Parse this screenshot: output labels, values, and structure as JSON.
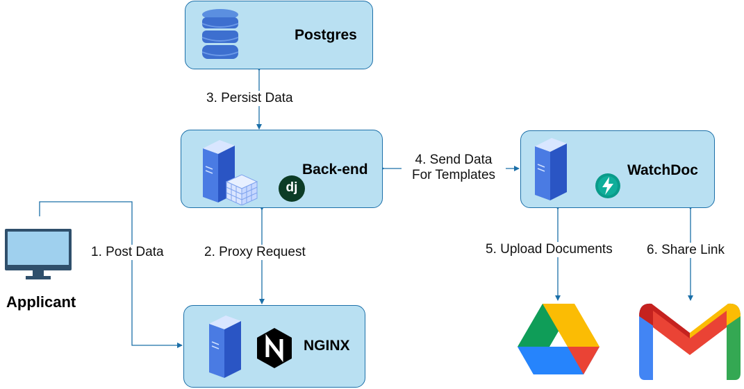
{
  "nodes": {
    "postgres": {
      "title": "Postgres",
      "icon": "database-icon"
    },
    "backend": {
      "title": "Back-end",
      "icon": "server-icon",
      "badge": "dj",
      "badge_icon": "django-icon"
    },
    "watchdoc": {
      "title": "WatchDoc",
      "icon": "server-icon",
      "badge_icon": "fastapi-icon"
    },
    "nginx": {
      "title": "NGINX",
      "icon": "server-icon",
      "badge_icon": "nginx-icon"
    },
    "applicant": {
      "title": "Applicant",
      "icon": "monitor-icon"
    },
    "google_drive": {
      "icon": "google-drive-icon"
    },
    "gmail": {
      "icon": "gmail-icon"
    }
  },
  "edges": {
    "post_data": "1. Post Data",
    "proxy_request": "2. Proxy Request",
    "persist_data": "3. Persist Data",
    "send_data_line1": "4. Send Data",
    "send_data_line2": "For Templates",
    "upload_documents": "5. Upload Documents",
    "share_link": "6. Share Link"
  },
  "colors": {
    "box_fill": "#b9e0f2",
    "box_border": "#1b6fa8",
    "arrow": "#1b6fa8"
  }
}
